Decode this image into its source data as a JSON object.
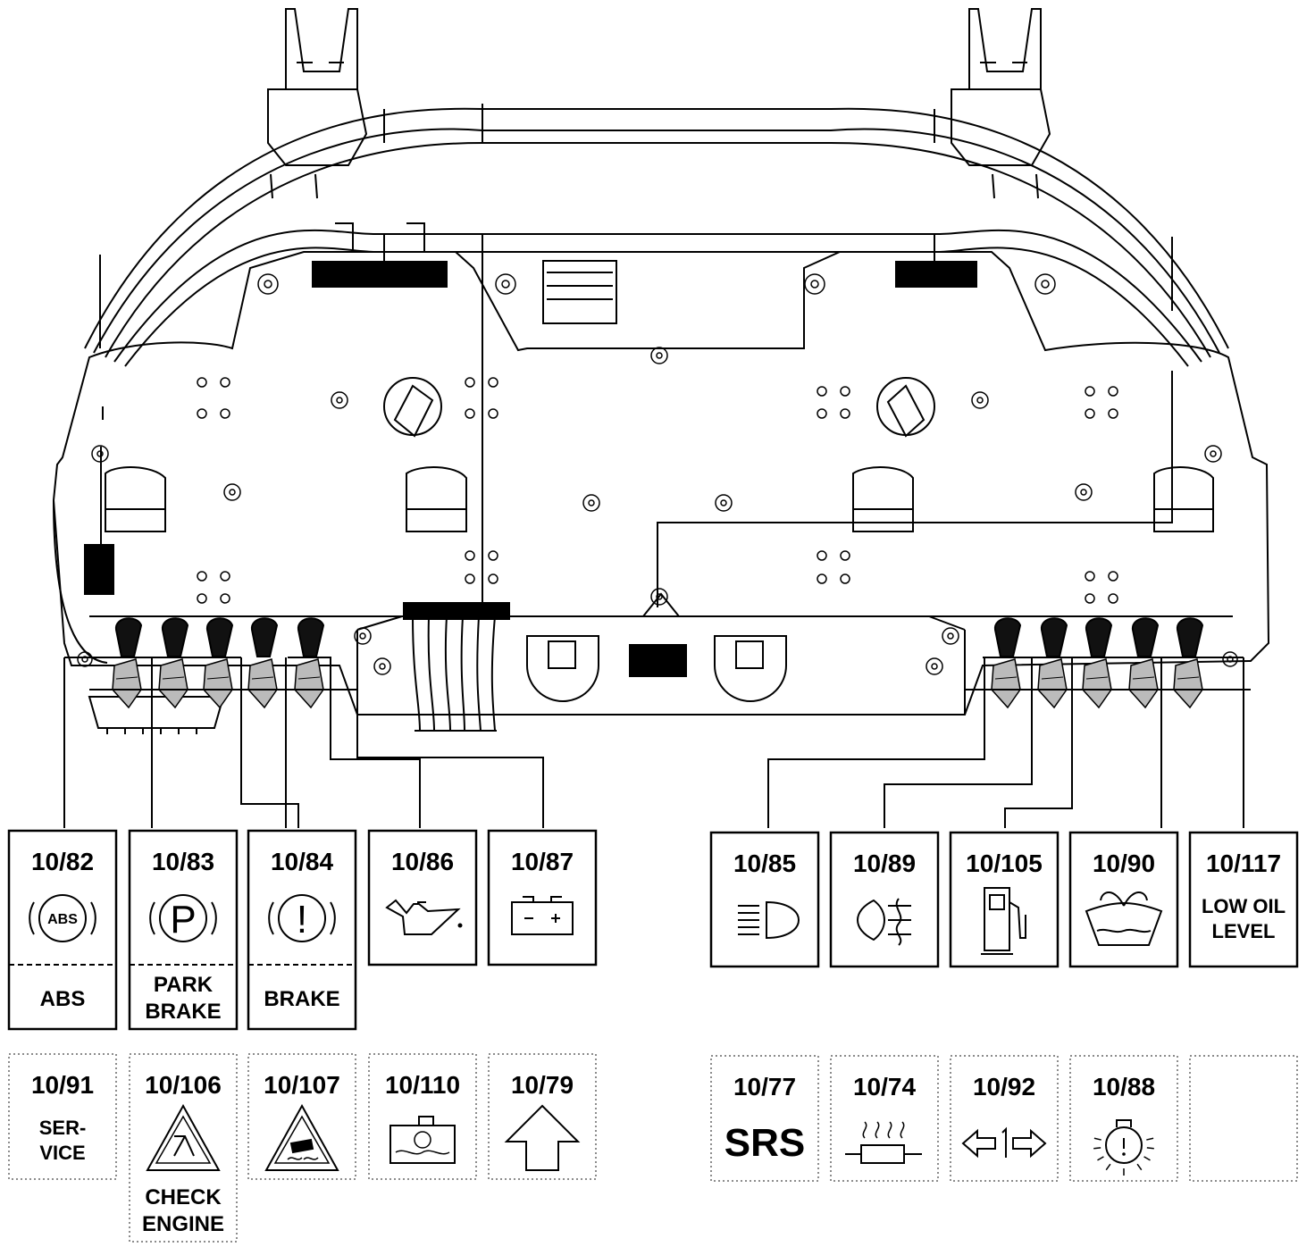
{
  "boxes_top_left": [
    {
      "code": "10/82",
      "caption": [
        "ABS"
      ],
      "icon_text": "ABS",
      "icon": "abs-warning-icon"
    },
    {
      "code": "10/83",
      "caption": [
        "PARK",
        "BRAKE"
      ],
      "icon_text": "P",
      "icon": "parking-brake-icon"
    },
    {
      "code": "10/84",
      "caption": [
        "BRAKE"
      ],
      "icon_text": "!",
      "icon": "brake-warning-icon"
    },
    {
      "code": "10/86",
      "icon": "oil-can-icon"
    },
    {
      "code": "10/87",
      "icon": "battery-icon"
    }
  ],
  "boxes_top_right": [
    {
      "code": "10/85",
      "icon": "headlight-beam-icon"
    },
    {
      "code": "10/89",
      "icon": "fog-light-icon"
    },
    {
      "code": "10/105",
      "icon": "fuel-pump-icon"
    },
    {
      "code": "10/90",
      "icon": "washer-fluid-icon"
    },
    {
      "code": "10/117",
      "text": [
        "LOW OIL",
        "LEVEL"
      ]
    }
  ],
  "boxes_bottom_left": [
    {
      "code": "10/91",
      "text": [
        "SER-",
        "VICE"
      ]
    },
    {
      "code": "10/106",
      "caption": [
        "CHECK",
        "ENGINE"
      ],
      "icon": "check-engine-triangle-icon"
    },
    {
      "code": "10/107",
      "icon": "skid-car-triangle-icon"
    },
    {
      "code": "10/110",
      "icon": "coolant-level-icon"
    },
    {
      "code": "10/79",
      "icon": "shift-up-arrow-icon"
    }
  ],
  "boxes_bottom_right": [
    {
      "code": "10/77",
      "text": [
        "SRS"
      ]
    },
    {
      "code": "10/74",
      "icon": "glow-plug-heater-icon"
    },
    {
      "code": "10/92",
      "icon": "turn-signal-arrows-icon"
    },
    {
      "code": "10/88",
      "icon": "bulb-failure-icon"
    },
    {
      "code": ""
    }
  ]
}
